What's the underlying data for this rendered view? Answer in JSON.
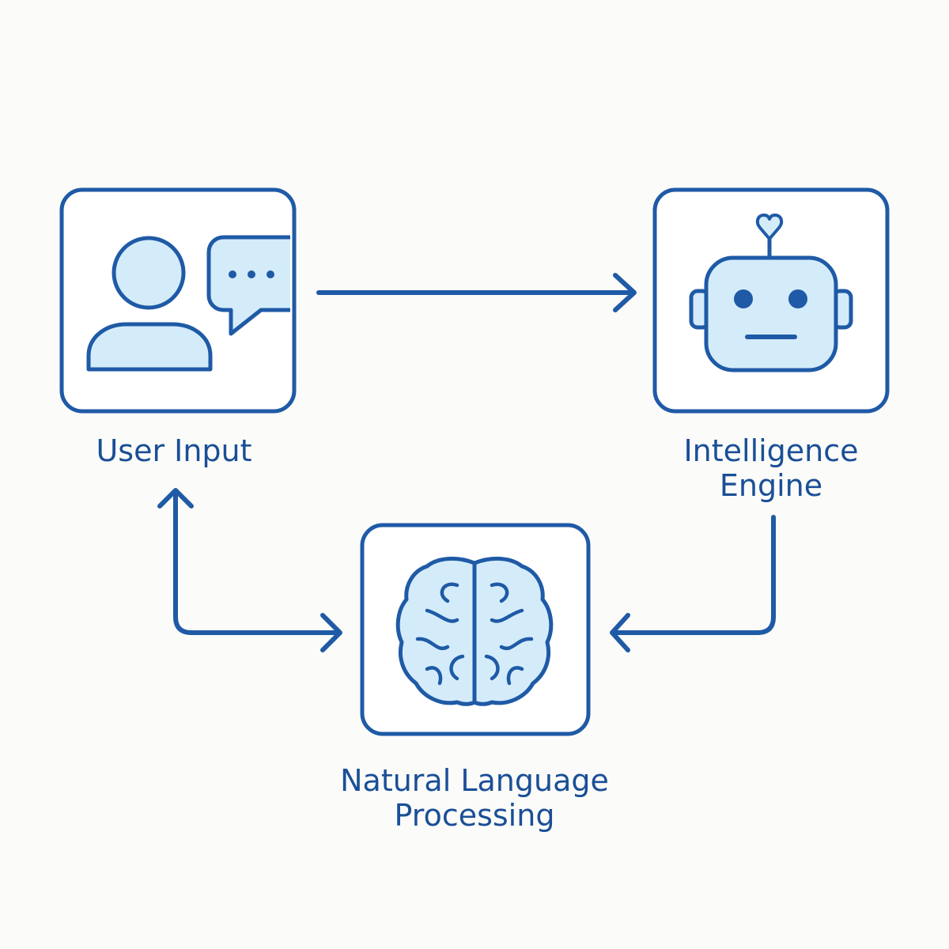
{
  "colors": {
    "stroke": "#1f5aa6",
    "fill": "#d4ecfa",
    "text": "#1a4f96",
    "background": "#fbfbf9"
  },
  "nodes": {
    "user_input": {
      "label": "User Input",
      "icon": "user-chat-icon"
    },
    "intelligence_engine": {
      "label_line1": "Intelligence",
      "label_line2": "Engine",
      "icon": "robot-icon"
    },
    "nlp": {
      "label_line1": "Natural Language",
      "label_line2": "Processing",
      "icon": "brain-icon"
    }
  }
}
